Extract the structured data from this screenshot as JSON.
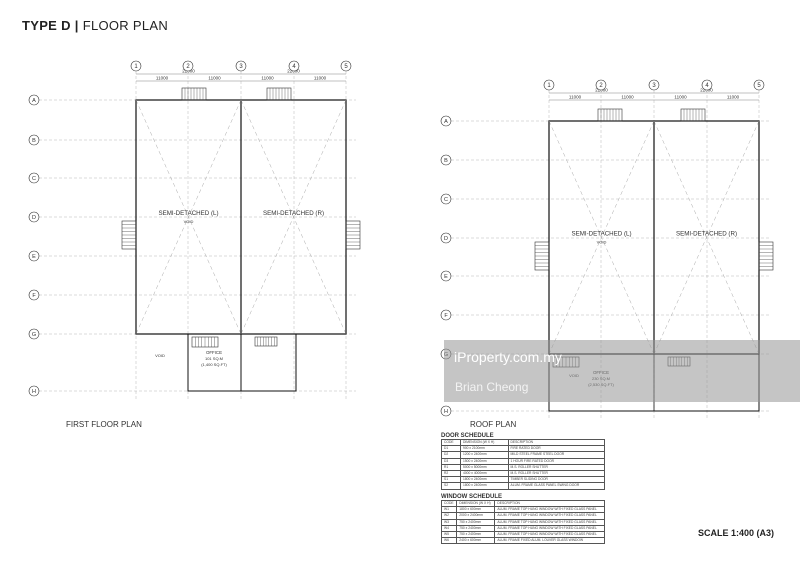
{
  "header": {
    "title_bold": "TYPE D",
    "separator": "|",
    "title_rest": "FLOOR PLAN"
  },
  "captions": {
    "first_floor": "FIRST FLOOR PLAN",
    "roof": "ROOF PLAN"
  },
  "scale": "SCALE 1:400 (A3)",
  "watermark": {
    "brand": "iProperty.com.my",
    "agent": "Brian Cheong"
  },
  "plan_labels": {
    "left_unit": "SEMI-DETACHED (L)",
    "right_unit": "SEMI-DETACHED (R)",
    "office": "OFFICE",
    "office_area_ff": "101 SQ.M",
    "office_sqft_ff": "(1,400 SQ.FT)",
    "office_area_roof": "230 SQ.M",
    "office_sqft_roof": "(2,530 SQ.FT)",
    "void": "VOID"
  },
  "grid": {
    "columns": [
      "1",
      "2",
      "3",
      "4",
      "5"
    ],
    "rows": [
      "A",
      "B",
      "C",
      "D",
      "E",
      "F",
      "G",
      "H"
    ],
    "span_top": [
      "22000",
      "22000"
    ],
    "span_sub": [
      "11000",
      "11000",
      "11000",
      "11000"
    ]
  },
  "door_schedule": {
    "title": "DOOR SCHEDULE",
    "headers": [
      "CODE",
      "DIMENSION (W X H)",
      "DESCRIPTION"
    ],
    "rows": [
      [
        "D1",
        "900 x 2100mm",
        "FIRE RATED DOOR"
      ],
      [
        "D2",
        "1200 x 2400mm",
        "MILD STEEL FRAME STEEL DOOR"
      ],
      [
        "D3",
        "1500 x 2400mm",
        "1 HOUR FIRE RATED DOOR"
      ],
      [
        "R1",
        "5000 x 5000mm",
        "M.S. ROLLER SHUTTER"
      ],
      [
        "R2",
        "4000 x 4000mm",
        "M.S. ROLLER SHUTTER"
      ],
      [
        "S1",
        "1800 x 2400mm",
        "TIMBER SLIDING DOOR"
      ],
      [
        "S2",
        "1800 x 2400mm",
        "ALUM. FRAME GLASS PANEL SWING DOOR"
      ]
    ]
  },
  "window_schedule": {
    "title": "WINDOW SCHEDULE",
    "headers": [
      "CODE",
      "DIMENSION (W X H)",
      "DESCRIPTION"
    ],
    "rows": [
      [
        "W1",
        "1800 x 600mm",
        "ALUM. FRAME TOP HUNG WINDOW WITH FIXED GLASS PANEL"
      ],
      [
        "W2",
        "2000 x 2400mm",
        "ALUM. FRAME TOP HUNG WINDOW WITH FIXED GLASS PANEL"
      ],
      [
        "W3",
        "750 x 2400mm",
        "ALUM. FRAME TOP HUNG WINDOW WITH FIXED GLASS PANEL"
      ],
      [
        "W4",
        "750 x 2400mm",
        "ALUM. FRAME TOP HUNG WINDOW WITH FIXED GLASS PANEL"
      ],
      [
        "W5",
        "750 x 2400mm",
        "ALUM. FRAME TOP HUNG WINDOW WITH FIXED GLASS PANEL"
      ],
      [
        "W6",
        "2400 x 600mm",
        "ALUM. FRAME FIXED ALUM. LOUVER GLASS WINDOW"
      ]
    ]
  }
}
